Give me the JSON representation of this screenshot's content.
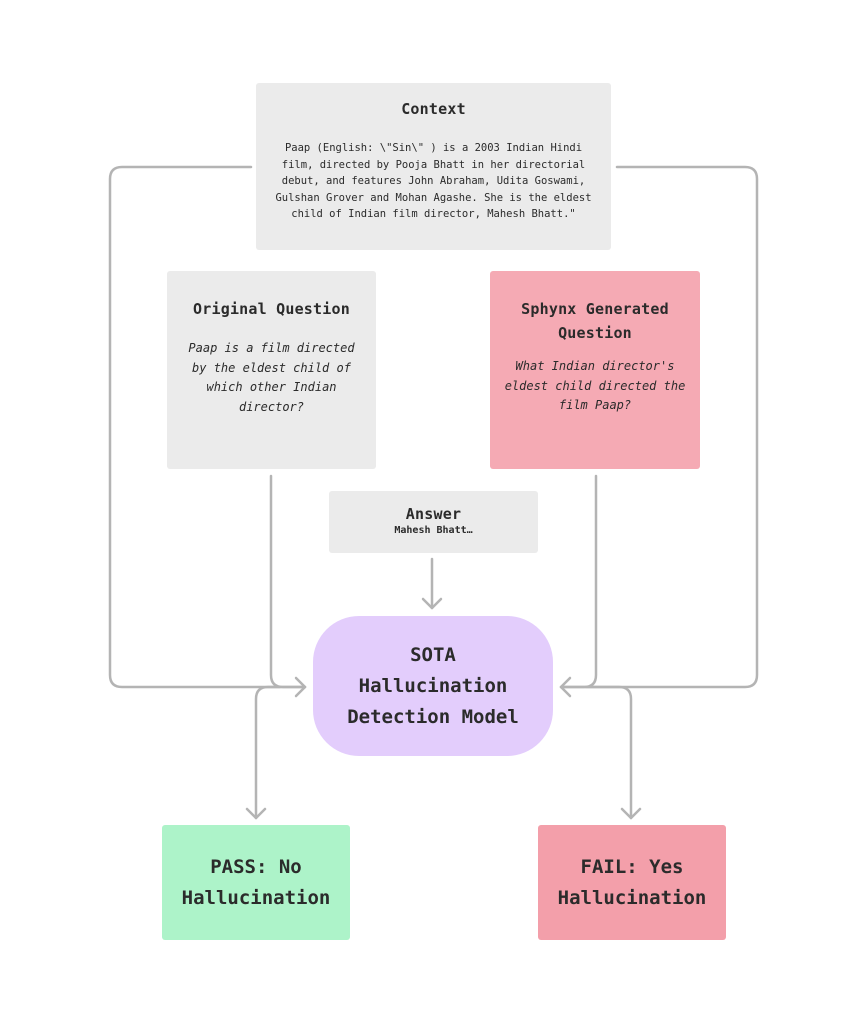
{
  "context": {
    "title": "Context",
    "text": "Paap (English: \\\"Sin\\\" ) is a 2003 Indian Hindi film, directed by Pooja Bhatt in her directorial debut, and features John Abraham, Udita Goswami, Gulshan Grover and Mohan Agashe. She is the eldest child of Indian film director, Mahesh Bhatt.\""
  },
  "original_question": {
    "title": "Original Question",
    "text": "Paap is a film directed by the eldest child of which other Indian director?"
  },
  "generated_question": {
    "title": "Sphynx Generated Question",
    "text": "What Indian director's eldest child directed the film Paap?"
  },
  "answer": {
    "title": "Answer",
    "text": "Mahesh Bhatt…"
  },
  "model": {
    "label": "SOTA Hallucination Detection Model"
  },
  "results": {
    "pass": "PASS: No Hallucination",
    "fail": "FAIL: Yes Hallucination"
  },
  "colors": {
    "neutral_box": "#ebebeb",
    "generated_box": "#f5aab4",
    "model_box": "#e3cdfc",
    "pass_box": "#adf3c9",
    "fail_box": "#f39faa",
    "arrow": "#b4b4b4"
  }
}
